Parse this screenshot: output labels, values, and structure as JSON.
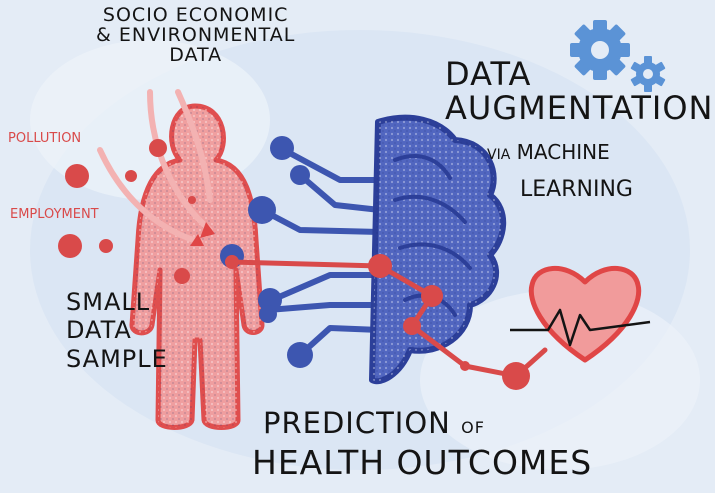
{
  "labels": {
    "socio_line1": "Socio economic",
    "socio_line2": "& environmental",
    "socio_line3": "data",
    "augmentation_line1": "Data",
    "augmentation_line2": "Augmentation",
    "via": "via",
    "machine": "Machine",
    "learning": "Learning",
    "pollution": "Pollution",
    "employment": "Employment",
    "small_line1": "Small",
    "small_line2": "Data",
    "small_line3": "Sample",
    "prediction": "Prediction",
    "of": "of",
    "health_outcomes": "Health Outcomes"
  },
  "colors": {
    "background": "#e4ecf6",
    "red": "#d94a4a",
    "blue": "#3d56b0",
    "gear_blue": "#5b93d6",
    "ink": "#141414"
  },
  "icons": [
    "person-silhouette",
    "brain",
    "heart",
    "gear",
    "circuit-node"
  ]
}
